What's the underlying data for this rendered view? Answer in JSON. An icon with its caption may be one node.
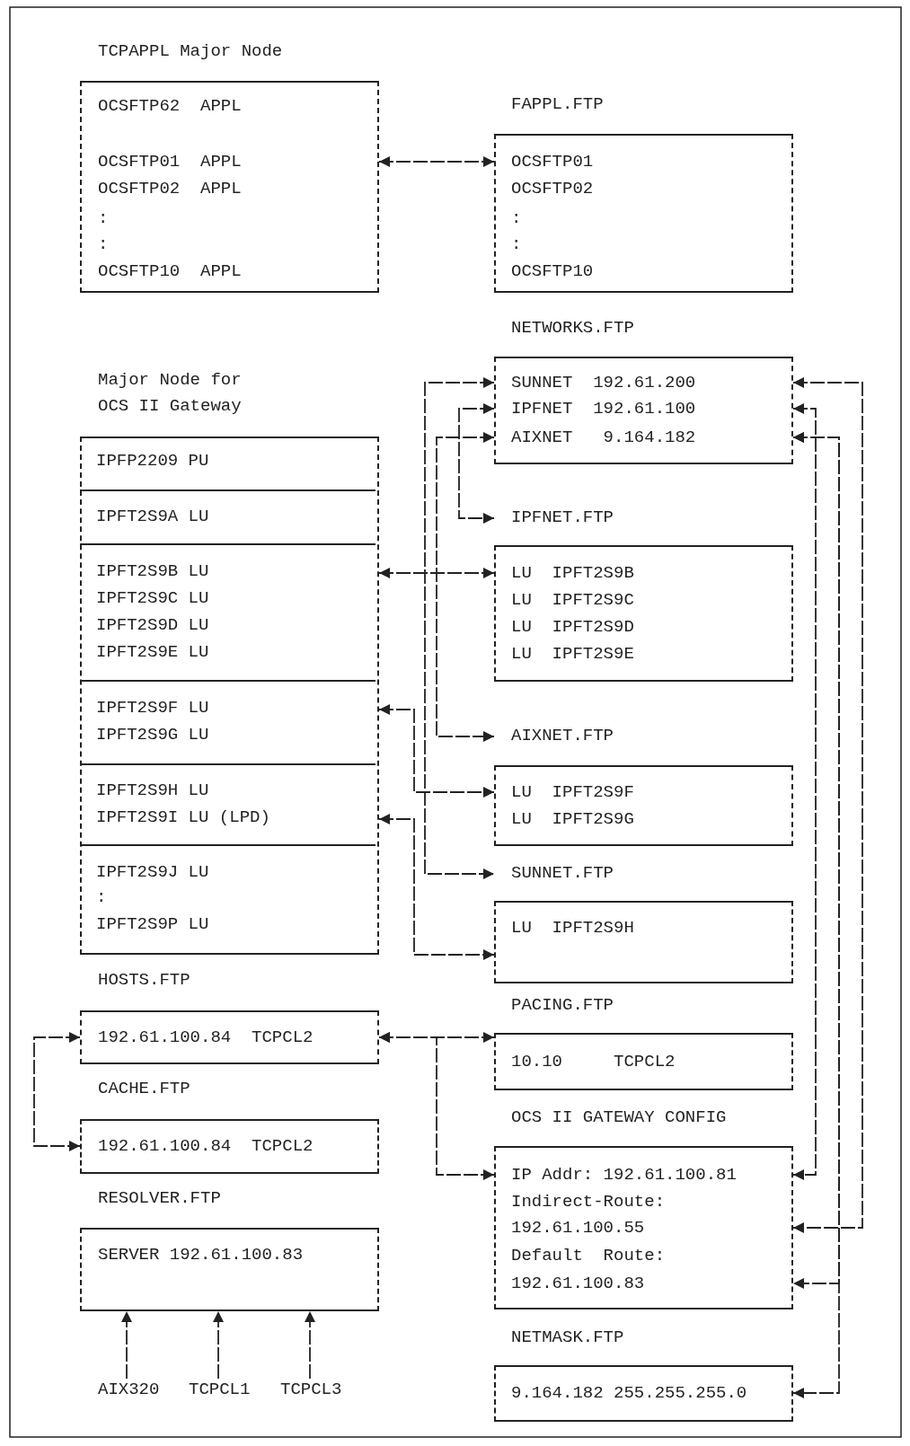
{
  "diagram": {
    "nodes": [
      {
        "text": [
          "TCPAPPL Major Node",
          "OCSFTP62  APPL",
          "OCSFTP01  APPL",
          "OCSFTP02  APPL",
          ":",
          ":",
          "OCSFTP10  APPL"
        ]
      },
      {
        "text": [
          "FAPPL.FTP",
          "OCSFTP01",
          "OCSFTP02",
          ":",
          ":",
          "OCSFTP10"
        ]
      },
      {
        "text": [
          "NETWORKS.FTP",
          "SUNNET  192.61.200",
          "IPFNET  192.61.100",
          "AIXNET   9.164.182"
        ]
      },
      {
        "text": [
          "Major Node for OCS II Gateway"
        ]
      },
      {
        "text": [
          "IPFP2209 PU"
        ],
        "in": 3
      },
      {
        "text": [
          "IPFT2S9A LU"
        ],
        "in": 3
      },
      {
        "text": [
          "IPFT2S9B LU",
          "IPFT2S9C LU",
          "IPFT2S9D LU",
          "IPFT2S9E LU"
        ],
        "in": 3
      },
      {
        "text": [
          "IPFT2S9F LU",
          "IPFT2S9G LU"
        ],
        "in": 3
      },
      {
        "text": [
          "IPFT2S9H LU",
          "IPFT2S9I LU (LPD)"
        ],
        "in": 3
      },
      {
        "text": [
          "IPFT2S9J LU",
          ":",
          "IPFT2S9P LU"
        ],
        "in": 3
      },
      {
        "text": [
          "IPFNET.FTP",
          "LU  IPFT2S9B",
          "LU  IPFT2S9C",
          "LU  IPFT2S9D",
          "LU  IPFT2S9E"
        ]
      },
      {
        "text": [
          "AIXNET.FTP",
          "LU  IPFT2S9F",
          "LU  IPFT2S9G"
        ]
      },
      {
        "text": [
          "SUNNET.FTP",
          "LU  IPFT2S9H"
        ]
      },
      {
        "text": [
          "HOSTS.FTP",
          "192.61.100.84  TCPCL2"
        ]
      },
      {
        "text": [
          "PACING.FTP",
          "10.10     TCPCL2"
        ]
      },
      {
        "text": [
          "CACHE.FTP",
          "192.61.100.84  TCPCL2"
        ]
      },
      {
        "text": [
          "OCS II GATEWAY CONFIG",
          "IP Addr: 192.61.100.81",
          "Indirect-Route:",
          "192.61.100.55",
          "Default  Route:",
          "192.61.100.83"
        ]
      },
      {
        "text": [
          "RESOLVER.FTP",
          "SERVER 192.61.100.83"
        ]
      },
      {
        "text": [
          "NETMASK.FTP",
          "9.164.182 255.255.255.0"
        ]
      },
      {
        "text": [
          "AIX320"
        ]
      },
      {
        "text": [
          "TCPCL1"
        ]
      },
      {
        "text": [
          "TCPCL3"
        ]
      }
    ],
    "edges": [
      {
        "from": 0,
        "to": 1,
        "arrow": "both"
      },
      {
        "from": 2,
        "to": 12,
        "arrow": "both"
      },
      {
        "from": 2,
        "to": 11,
        "arrow": "both"
      },
      {
        "from": 2,
        "to": 10,
        "arrow": "both"
      },
      {
        "from": 6,
        "to": 10,
        "arrow": "both"
      },
      {
        "from": 7,
        "to": 11,
        "arrow": "both"
      },
      {
        "from": 8,
        "to": 12,
        "arrow": "both"
      },
      {
        "from": 13,
        "to": 14,
        "arrow": "both"
      },
      {
        "from": 13,
        "to": 16,
        "arrow": "both"
      },
      {
        "from": 13,
        "to": 15,
        "arrow": "both"
      },
      {
        "from": 19,
        "to": 17,
        "arrow": "to"
      },
      {
        "from": 20,
        "to": 17,
        "arrow": "to"
      },
      {
        "from": 21,
        "to": 17,
        "arrow": "to"
      },
      {
        "from": 2,
        "to": 16,
        "arrow": "both"
      },
      {
        "from": 2,
        "to": 16,
        "arrow": "both"
      },
      {
        "from": 2,
        "to": 16,
        "arrow": "both"
      },
      {
        "from": 2,
        "to": 18,
        "arrow": "both"
      }
    ]
  }
}
